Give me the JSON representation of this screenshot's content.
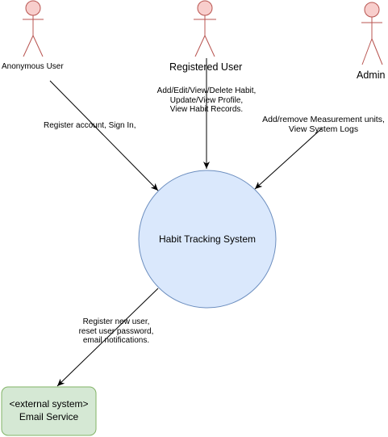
{
  "actors": [
    {
      "id": "anonymous",
      "name": "Anonymous User"
    },
    {
      "id": "registered",
      "name": "Registered User"
    },
    {
      "id": "admin",
      "name": "Admin"
    }
  ],
  "system": {
    "name": "Habit Tracking System"
  },
  "external": {
    "stereotype": "<external system>",
    "name": "Email Service"
  },
  "flows": {
    "anonymous": [
      "Register account, Sign In,"
    ],
    "registered": [
      "Add/Edit/View/Delete Habit,",
      "Update/View Profile,",
      "View Habit Records."
    ],
    "admin": [
      "Add/remove Measurement units,",
      "View System Logs"
    ],
    "external": [
      "Register new user,",
      "reset user password,",
      "email notifications."
    ]
  },
  "colors": {
    "actor_stroke": "#b85450",
    "actor_fill": "#f8cecc",
    "system_fill": "#dae8fc",
    "system_stroke": "#6c8ebf",
    "external_fill": "#d5e8d4",
    "external_stroke": "#82b366",
    "edge": "#000000"
  }
}
